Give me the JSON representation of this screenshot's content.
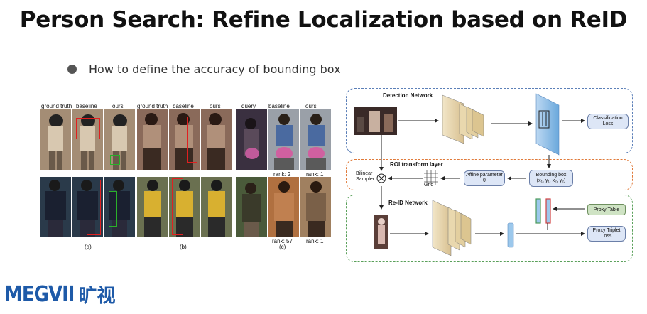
{
  "slide": {
    "title": "Person Search: Refine Localization based on ReID",
    "bullet": "How to define the accuracy of bounding box"
  },
  "figure": {
    "group_a": {
      "headers": [
        "ground truth",
        "baseline",
        "ours"
      ],
      "caption": "(a)"
    },
    "group_b": {
      "headers": [
        "ground truth",
        "baseline",
        "ours"
      ],
      "caption": "(b)"
    },
    "group_c": {
      "headers": [
        "query",
        "baseline",
        "ours"
      ],
      "caption": "(c)",
      "ranks_top": [
        "rank: 2",
        "rank: 1"
      ],
      "ranks_bottom": [
        "rank: 57",
        "rank: 1"
      ]
    }
  },
  "diagram": {
    "detection_network": "Detection Network",
    "classification_loss": "Classification Loss",
    "roi_layer": "ROI transform layer",
    "bilinear_sampler": "Bilinear Sampler",
    "grid": "Grid",
    "affine_parameter": "Affine parameter θ",
    "bounding_box": "Bounding box",
    "bbox_coords": "(x₁, y₁, x₂, y₂)",
    "reid_network": "Re-ID Network",
    "proxy_table": "Proxy Table",
    "proxy_triplet_loss": "Proxy Triplet Loss",
    "colors": {
      "detection": "#5b7fb8",
      "roi": "#e07a3a",
      "reid": "#5aa05a"
    }
  },
  "logo": {
    "latin": "MEGVII",
    "cjk": "旷视"
  }
}
